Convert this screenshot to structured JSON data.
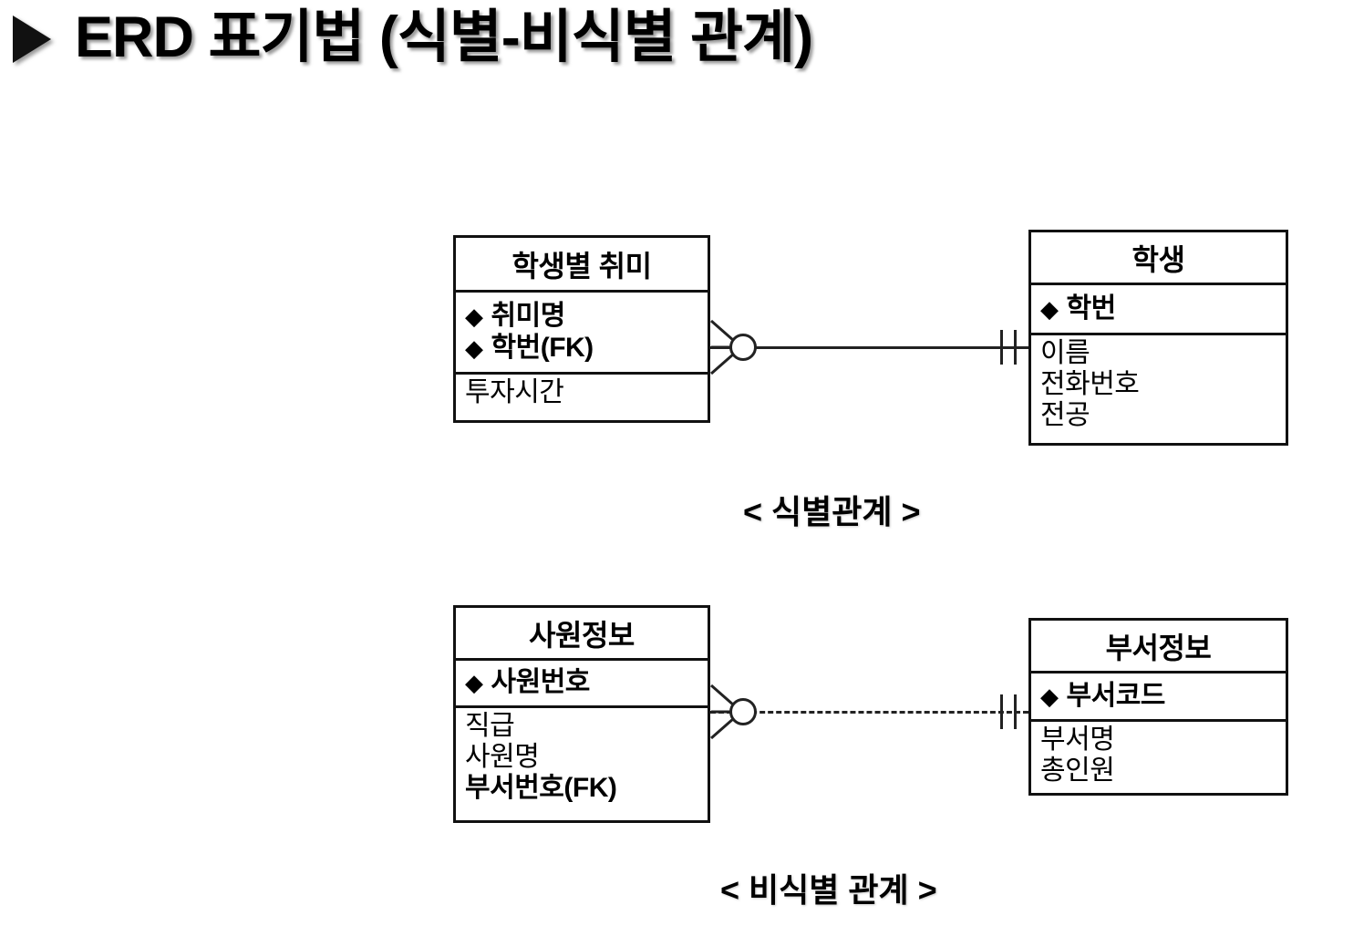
{
  "slide": {
    "bullet_icon": "triangle-right-icon",
    "title": "ERD 표기법 (식별-비식별 관계)"
  },
  "diagrams": [
    {
      "caption": "<  식별관계  >",
      "relationship_style": "solid",
      "child": {
        "title": "학생별 취미",
        "keys": [
          {
            "marker": "◆",
            "label": "취미명"
          },
          {
            "marker": "◆",
            "label": "학번(FK)"
          }
        ],
        "attributes": [
          {
            "label": "투자시간",
            "bold": false
          }
        ]
      },
      "parent": {
        "title": "학생",
        "keys": [
          {
            "marker": "◆",
            "label": "학번"
          }
        ],
        "attributes": [
          {
            "label": "이름",
            "bold": false
          },
          {
            "label": "전화번호",
            "bold": false
          },
          {
            "label": "전공",
            "bold": false
          }
        ]
      },
      "cardinality": {
        "child_side": "zero-or-many-crowsfoot-circle",
        "parent_side": "exactly-one-double-bar"
      }
    },
    {
      "caption": "<  비식별 관계  >",
      "relationship_style": "dashed",
      "child": {
        "title": "사원정보",
        "keys": [
          {
            "marker": "◆",
            "label": "사원번호"
          }
        ],
        "attributes": [
          {
            "label": "직급",
            "bold": false
          },
          {
            "label": "사원명",
            "bold": false
          },
          {
            "label": "부서번호(FK)",
            "bold": true
          }
        ]
      },
      "parent": {
        "title": "부서정보",
        "keys": [
          {
            "marker": "◆",
            "label": "부서코드"
          }
        ],
        "attributes": [
          {
            "label": "부서명",
            "bold": false
          },
          {
            "label": "총인원",
            "bold": false
          }
        ]
      },
      "cardinality": {
        "child_side": "zero-or-many-crowsfoot-circle",
        "parent_side": "exactly-one-double-bar"
      }
    }
  ],
  "colors": {
    "line": "#222222",
    "text": "#000000",
    "background": "#ffffff"
  }
}
